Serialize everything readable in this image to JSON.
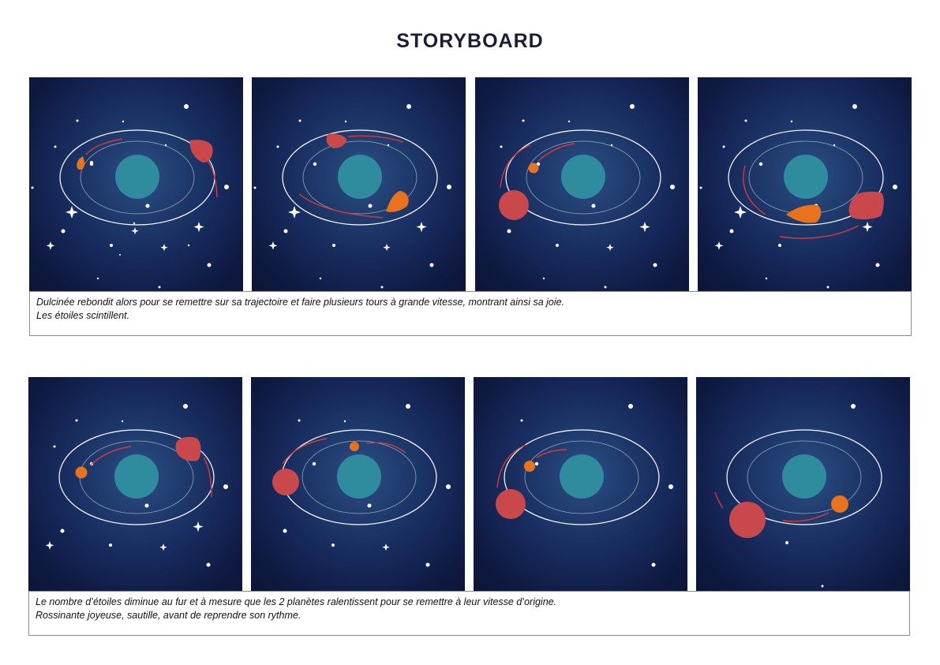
{
  "title": "STORYBOARD",
  "rows": [
    {
      "caption": [
        "Dulcinée rebondit alors pour se remettre sur sa trajectoire et faire plusieurs tours à grande vitesse, montrant ainsi sa joie.",
        "Les étoiles scintillent."
      ]
    },
    {
      "caption": [
        "Le nombre d’étoiles diminue au fur et à mesure que les 2 planètes ralentissent pour se remettre à leur vitesse d’origine.",
        "Rossinante joyeuse, sautille, avant de reprendre son rythme."
      ]
    }
  ],
  "colors": {
    "center_planet": "#2f8c9e",
    "red_planet": "#c8484c",
    "orange_planet": "#e8731c",
    "arrow": "#d63a3a",
    "orbit": "#ffffff"
  }
}
